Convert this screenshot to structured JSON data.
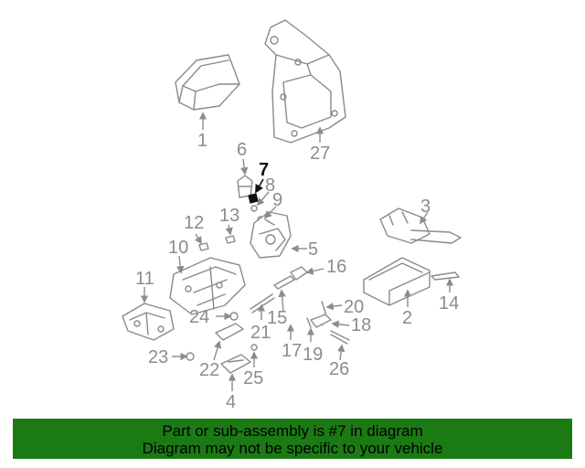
{
  "callouts": {
    "c1": "1",
    "c2": "2",
    "c3": "3",
    "c4": "4",
    "c5": "5",
    "c6": "6",
    "c7": "7",
    "c8": "8",
    "c9": "9",
    "c10": "10",
    "c11": "11",
    "c12": "12",
    "c13": "13",
    "c14": "14",
    "c15": "15",
    "c16": "16",
    "c17": "17",
    "c18": "18",
    "c19": "19",
    "c20": "20",
    "c21": "21",
    "c22": "22",
    "c23": "23",
    "c24": "24",
    "c25": "25",
    "c26": "26",
    "c27": "27"
  },
  "highlighted_part": "7",
  "colors": {
    "banner_bg": "#1b7a14",
    "part_gray": "#8a8a8a",
    "highlight": "#111111"
  },
  "banner": {
    "line1": "Part or sub-assembly is #7 in diagram",
    "line2": "Diagram may not be specific to your vehicle"
  }
}
